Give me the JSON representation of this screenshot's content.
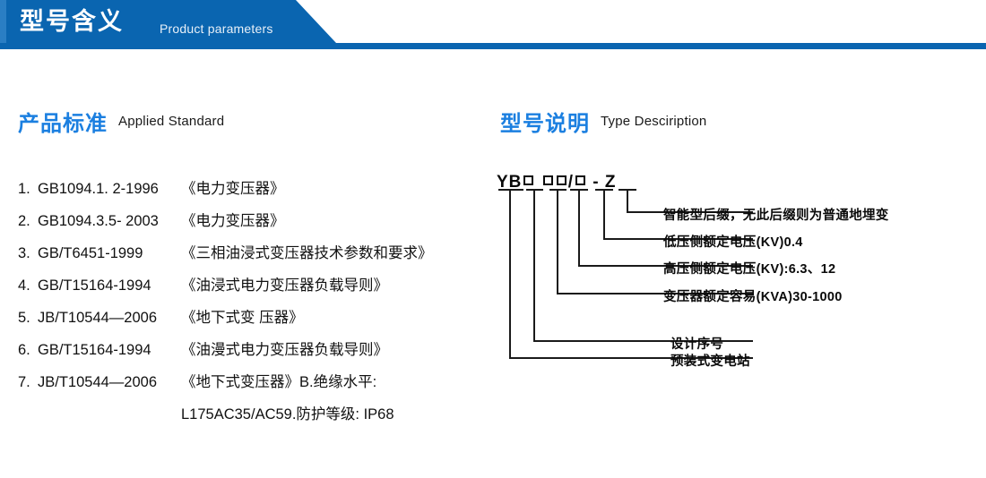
{
  "banner": {
    "title_cn": "型号含义",
    "title_en": "Product parameters"
  },
  "sections": {
    "standard": {
      "heading_cn": "产品标准",
      "heading_en": "Applied Standard"
    },
    "type": {
      "heading_cn": "型号说明",
      "heading_en": "Type Desciription"
    }
  },
  "standards": [
    {
      "num": "1.",
      "code": "GB1094.1. 2-1996",
      "name": "《电力变压器》"
    },
    {
      "num": "2.",
      "code": "GB1094.3.5- 2003",
      "name": "《电力变压器》"
    },
    {
      "num": "3.",
      "code": "GB/T6451-1999",
      "name": "《三相油浸式变压器技术参数和要求》"
    },
    {
      "num": "4.",
      "code": "GB/T15164-1994",
      "name": "《油浸式电力变压器负载导则》"
    },
    {
      "num": "5.",
      "code": "JB/T10544—2006",
      "name": "《地下式变 压器》"
    },
    {
      "num": "6.",
      "code": "GB/T15164-1994",
      "name": "《油漫式电力变压器负载导则》"
    },
    {
      "num": "7.",
      "code": "JB/T10544—2006",
      "name": "《地下式变压器》B.绝缘水平:"
    }
  ],
  "standards_continuation": "L175AC35/AC59.防护等级: IP68",
  "model_code": {
    "prefix": "YB",
    "box": "□",
    "segments": "□□/□",
    "suffix": "- Z",
    "full": "YB □  □□/□ - Z"
  },
  "callouts": [
    {
      "text": "智能型后缀，无此后缀则为普通地埋变"
    },
    {
      "text": "低压侧额定电压(KV)0.4"
    },
    {
      "text": "高压侧额定电压(KV):6.3、12"
    },
    {
      "text": "变压器额定容易(KVA)30-1000"
    },
    {
      "text": "设计序号"
    },
    {
      "text": "预装式变电站"
    }
  ],
  "colors": {
    "banner_blue": "#0a65b0",
    "banner_edge_blue": "#2a7ec4",
    "heading_blue": "#1b7fe0",
    "text_black": "#111111",
    "page_background": "#ffffff"
  }
}
